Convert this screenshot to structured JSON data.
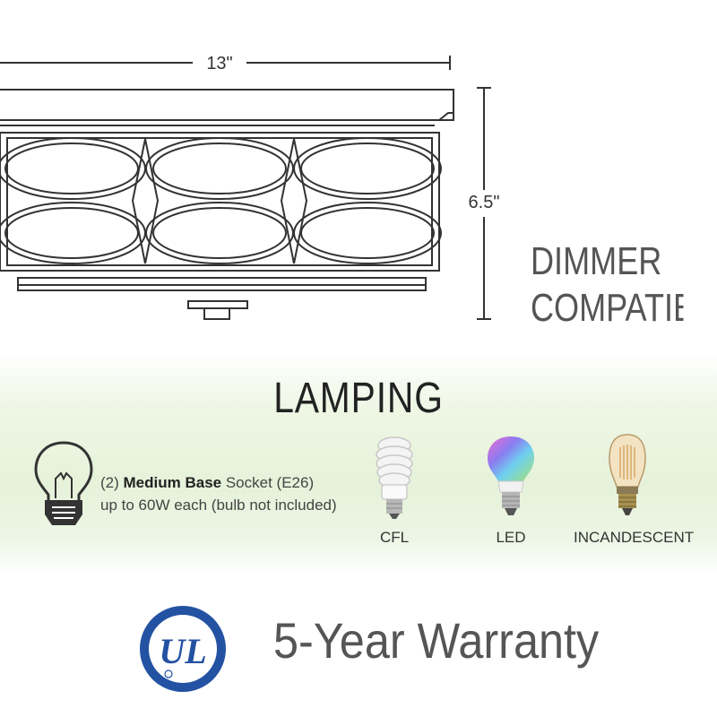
{
  "dimensions": {
    "width_label": "13\"",
    "height_label": "6.5\""
  },
  "feature": {
    "line1": "DIMMER",
    "line2": "COMPATIBLE"
  },
  "lamping": {
    "title": "LAMPING",
    "socket_count": "(2)",
    "socket_type": "Medium Base",
    "socket_desc": "Socket (E26)",
    "wattage_note": "up to 60W each (bulb not included)",
    "bulbs": [
      {
        "label": "CFL",
        "icon": "cfl-bulb-icon"
      },
      {
        "label": "LED",
        "icon": "led-bulb-icon"
      },
      {
        "label": "INCANDESCENT",
        "icon": "incandescent-bulb-icon"
      }
    ]
  },
  "certification": {
    "logo": "ul-logo",
    "logo_text": "UL",
    "color": "#2452a3"
  },
  "warranty": {
    "text": "5-Year Warranty"
  }
}
